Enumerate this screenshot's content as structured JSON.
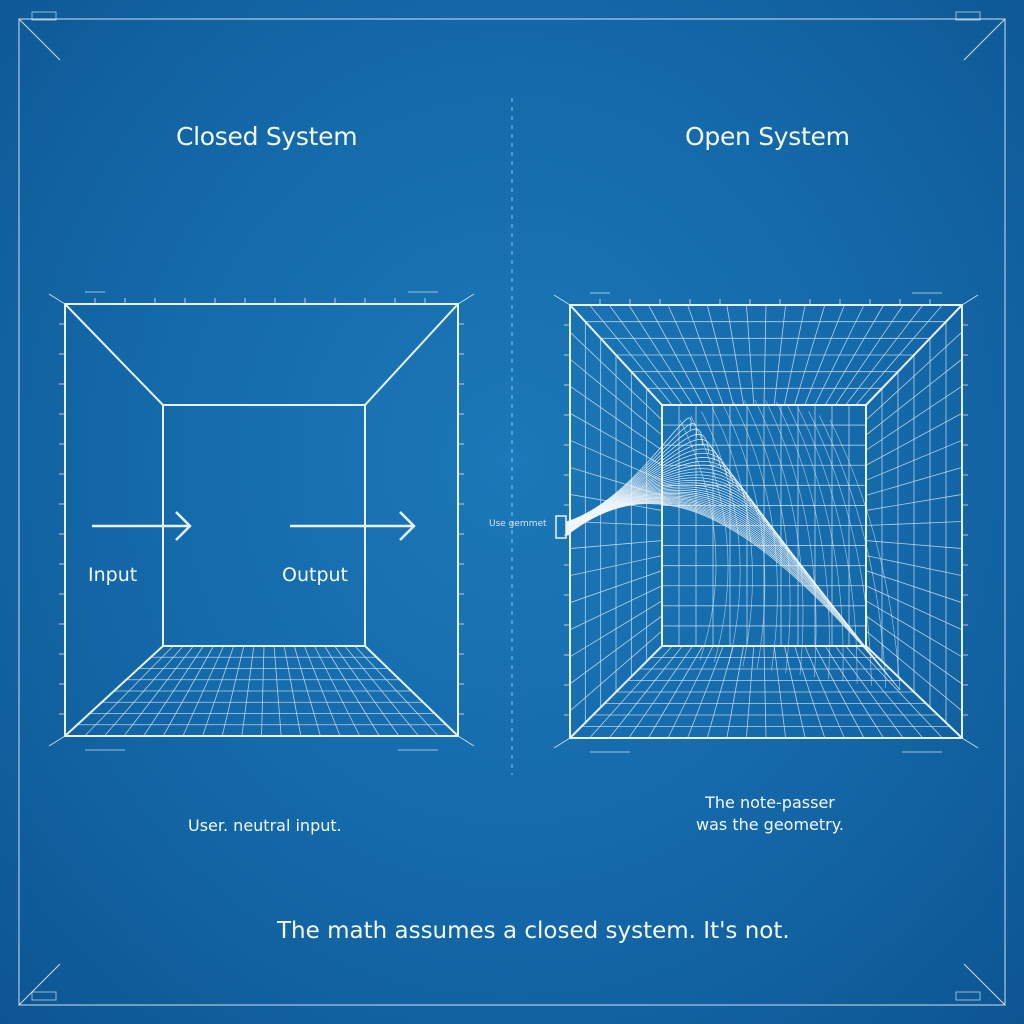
{
  "left_panel": {
    "title": "Closed System",
    "input_label": "Input",
    "output_label": "Output",
    "caption": "User. neutral input."
  },
  "right_panel": {
    "title": "Open System",
    "side_label": "Use gemmet",
    "caption_line1": "The note-passer",
    "caption_line2": "was the geometry."
  },
  "footer": {
    "text": "The math assumes a closed system. It's not."
  },
  "colors": {
    "background": "#1468a8",
    "line": "#e8f1f8",
    "grid": "#cfe2f1"
  }
}
